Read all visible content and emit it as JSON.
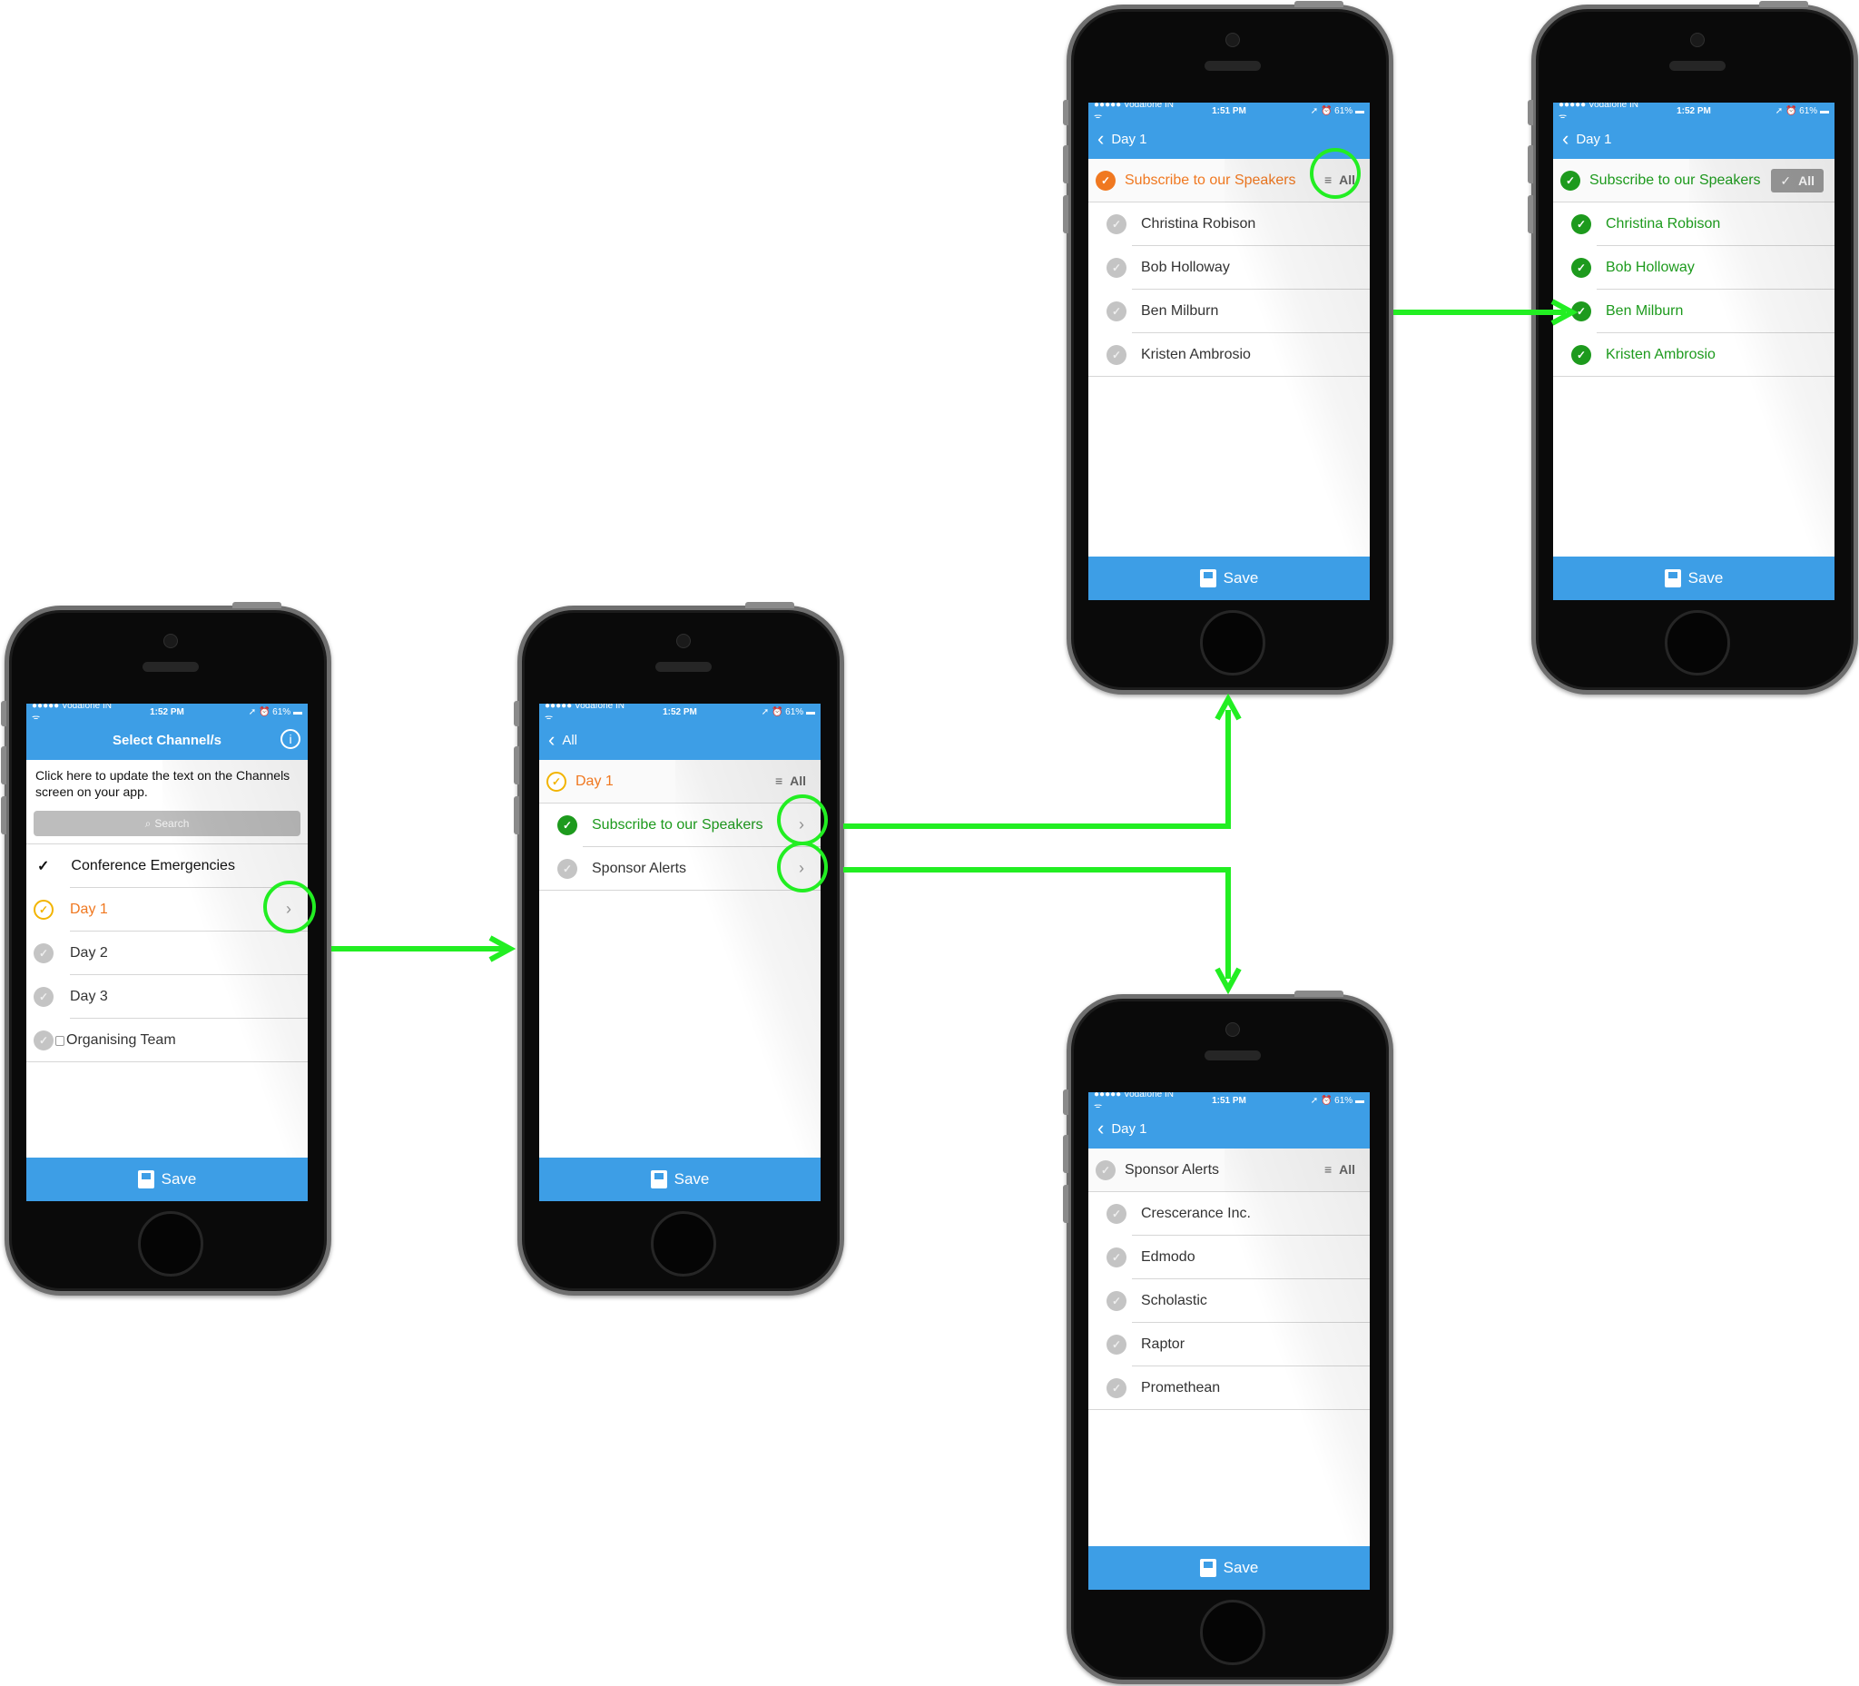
{
  "colors": {
    "accent": "#3d9ee6",
    "green": "#1d9a1d",
    "orange": "#f07820",
    "highlight": "#22ee22"
  },
  "phone1": {
    "status": {
      "carrier": "●●●●● Vodafone IN ᯤ",
      "time": "1:52 PM",
      "battery": "➚ ⏰ 61% ▬"
    },
    "title": "Select Channel/s",
    "info_icon": "i",
    "description": "Click here to update the text on the Channels screen on your app.",
    "search_placeholder": "Search",
    "items": [
      {
        "label": "Conference Emergencies",
        "state": "checked"
      },
      {
        "label": "Day 1",
        "state": "partial"
      },
      {
        "label": "Day 2",
        "state": "unchecked"
      },
      {
        "label": "Day 3",
        "state": "unchecked"
      },
      {
        "label": "Organising Team",
        "state": "locked"
      }
    ],
    "save": "Save"
  },
  "phone2": {
    "status": {
      "carrier": "●●●●● Vodafone IN ᯤ",
      "time": "1:52 PM",
      "battery": "➚ ⏰ 61% ▬"
    },
    "back": "All",
    "header": {
      "label": "Day 1",
      "all": "All"
    },
    "items": [
      {
        "label": "Subscribe to our Speakers",
        "state": "checked"
      },
      {
        "label": "Sponsor Alerts",
        "state": "unchecked"
      }
    ],
    "save": "Save"
  },
  "phone3": {
    "status": {
      "carrier": "●●●●● Vodafone IN ᯤ",
      "time": "1:51 PM",
      "battery": "➚ ⏰ 61% ▬"
    },
    "back": "Day 1",
    "header": {
      "label": "Subscribe to our Speakers",
      "all": "All"
    },
    "items": [
      "Christina Robison",
      "Bob Holloway",
      "Ben Milburn",
      "Kristen Ambrosio"
    ],
    "save": "Save"
  },
  "phone4": {
    "status": {
      "carrier": "●●●●● Vodafone IN ᯤ",
      "time": "1:52 PM",
      "battery": "➚ ⏰ 61% ▬"
    },
    "back": "Day 1",
    "header": {
      "label": "Subscribe to our Speakers",
      "all": "All"
    },
    "items": [
      "Christina Robison",
      "Bob Holloway",
      "Ben Milburn",
      "Kristen Ambrosio"
    ],
    "save": "Save"
  },
  "phone5": {
    "status": {
      "carrier": "●●●●● Vodafone IN ᯤ",
      "time": "1:51 PM",
      "battery": "➚ ⏰ 61% ▬"
    },
    "back": "Day 1",
    "header": {
      "label": "Sponsor Alerts",
      "all": "All"
    },
    "items": [
      "Crescerance Inc.",
      "Edmodo",
      "Scholastic",
      "Raptor",
      "Promethean"
    ],
    "save": "Save"
  },
  "glyphs": {
    "check": "✓",
    "chevron_right": "›",
    "chevron_left": "‹",
    "lines": "≡",
    "lock": "🔒"
  }
}
